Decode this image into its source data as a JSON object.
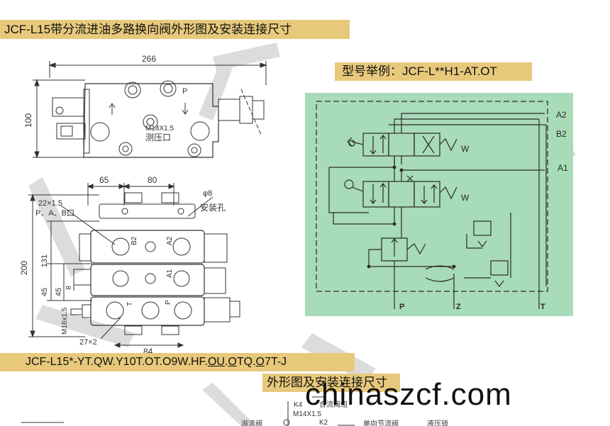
{
  "header": {
    "title": "JCF-L15带分流进油多路换向阀外形图及安装连接尺寸",
    "example": "型号举例：JCF-L**H1-AT.OT"
  },
  "top_view": {
    "dim_width": "266",
    "dim_height": "100",
    "port_label": "M14X1.5",
    "port_caption": "测压口",
    "port_p": "P"
  },
  "side_view": {
    "dim_65": "65",
    "dim_80": "80",
    "dim_200": "200",
    "dim_131": "131",
    "dim_45a": "45",
    "dim_45b": "45",
    "dim_8": "8",
    "dim_84": "84",
    "thread_main": "22×1.5",
    "ports_main": "P、A、B口",
    "hole_dia": "φ8",
    "hole_caption": "安装孔",
    "thread_side": "M16x1.5",
    "thread_bottom": "27×2",
    "port_b2": "B2",
    "port_a2": "A2",
    "port_a1": "A1",
    "port_t": "T",
    "port_p": "P"
  },
  "schematic": {
    "bg_color": "#a8dbb8",
    "line_color": "#2a2a2a",
    "label_a2": "A2",
    "label_b2": "B2",
    "label_a1": "A1",
    "label_p": "P",
    "label_z": "Z",
    "label_t": "T",
    "spring_w1": "W",
    "spring_w2": "W"
  },
  "model_code": {
    "prefix": "JCF-L15*-YT.QW.Y10T.OT.O9W.HF.",
    "u1": "OU",
    "dot1": ".",
    "u2": "O",
    "mid": "TQ.",
    "u3": "O",
    "suffix": "7T-J"
  },
  "bottom": {
    "title": "外形图及安装连接尺寸",
    "k4": "K4",
    "k2": "K2",
    "m14": "M14X1.5",
    "merge_valve": "合流阀组",
    "check_valve": "单向节流阀",
    "lock": "液压锁",
    "overflow": "溢流阀"
  },
  "watermark": "chinaszcf.com"
}
